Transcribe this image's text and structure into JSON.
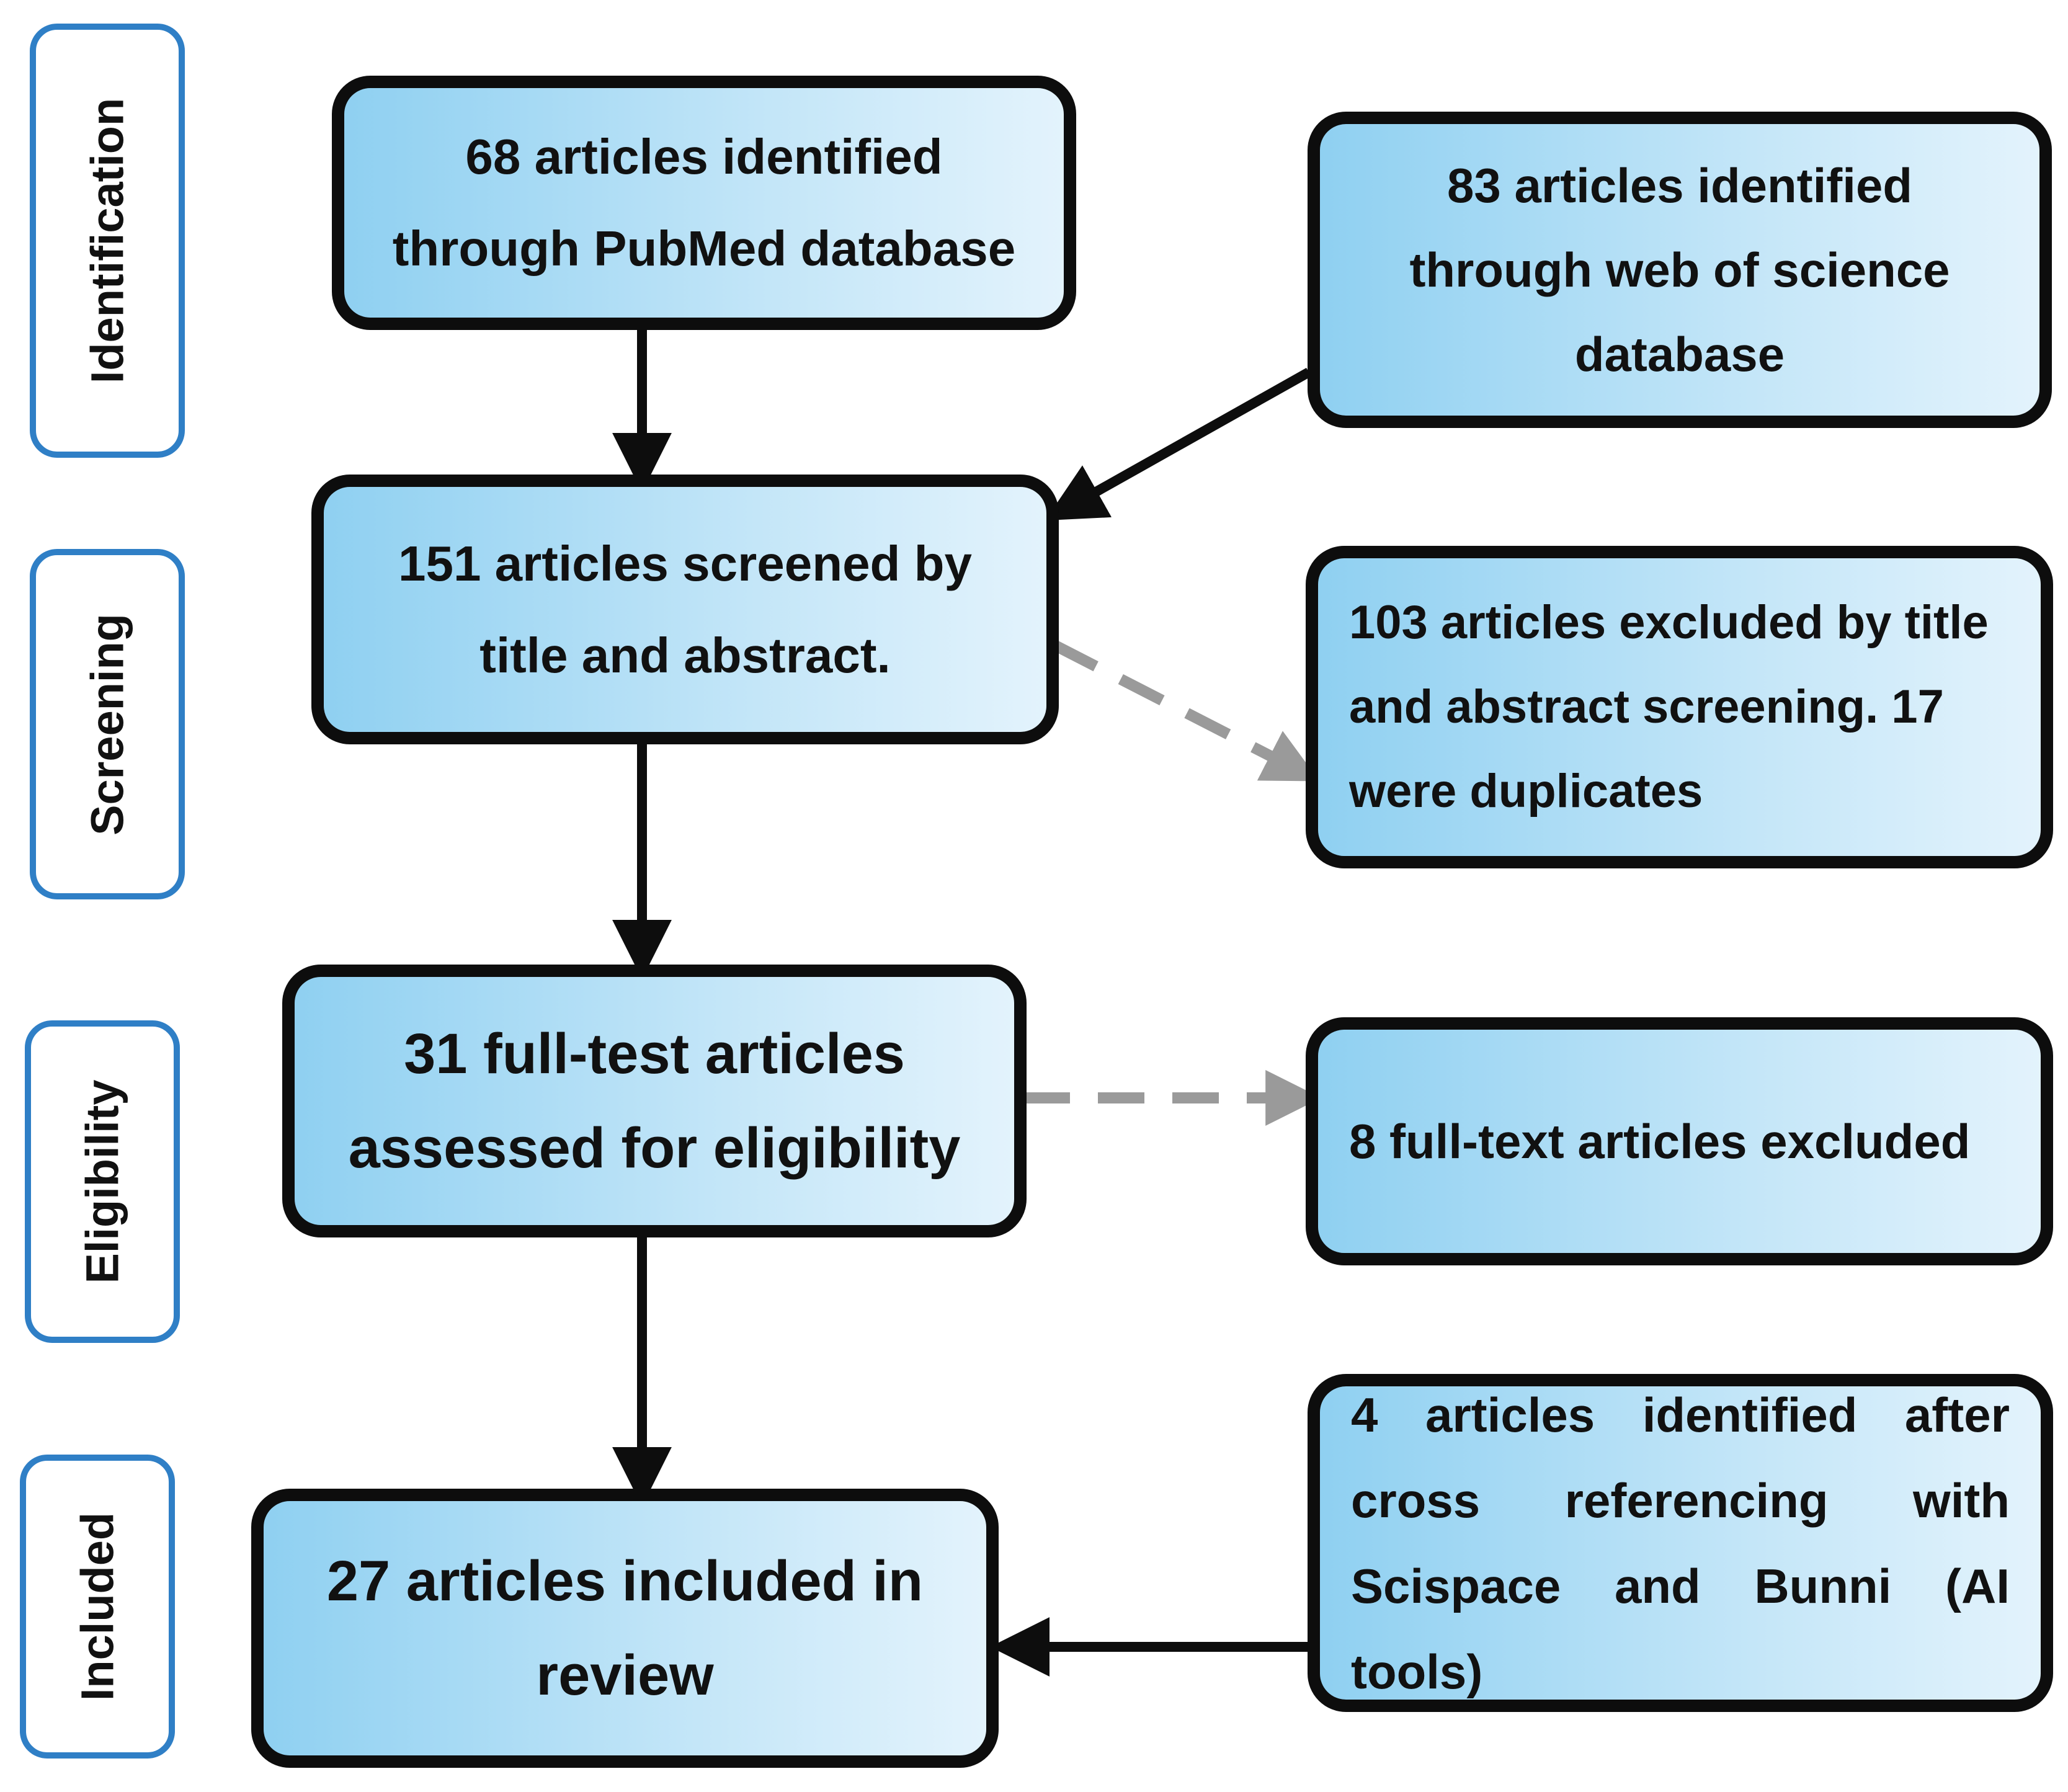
{
  "stages": {
    "identification": "Identification",
    "screening": "Screening",
    "eligibility": "Eligibility",
    "included": "Included"
  },
  "boxes": {
    "pubmed": "68 articles identified through PubMed database",
    "wos": "83 articles identified through web of science database",
    "screened": "151 articles screened by title and abstract.",
    "excluded_screening": "103 articles excluded by title and abstract screening. 17 were duplicates",
    "eligibility": "31 full-test articles assessed for eligibility",
    "excluded_fulltext": "8 full-text articles excluded",
    "included": "27 articles included in review",
    "cross_ref": "4 articles identified after cross referencing with Scispace and Bunni (AI tools)"
  },
  "colors": {
    "stage_border": "#2f7fc6",
    "box_border": "#0d0d0d",
    "box_fill_start": "#8fd0f1",
    "box_fill_end": "#e3f3fc",
    "solid_arrow": "#0d0d0d",
    "dashed_arrow": "#9a9a9a"
  }
}
